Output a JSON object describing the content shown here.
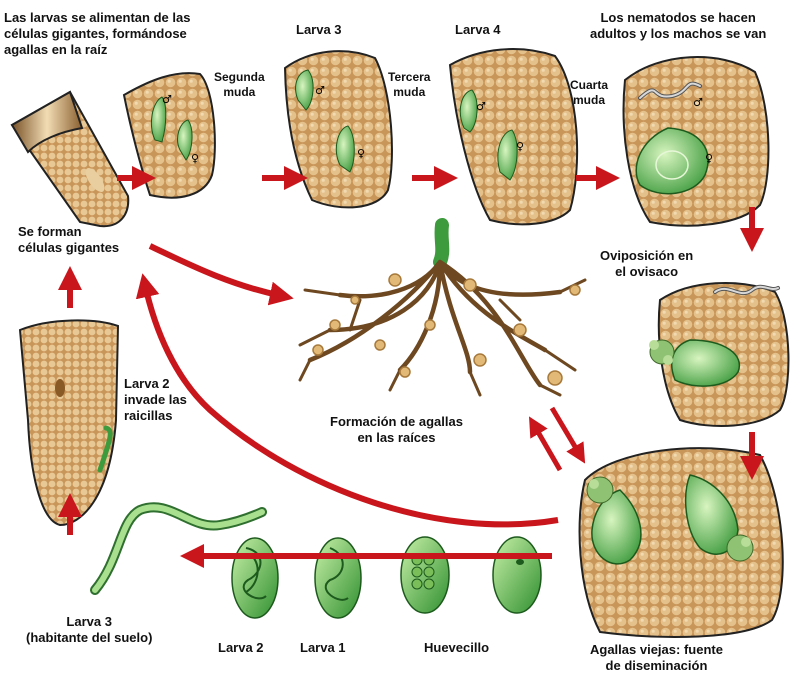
{
  "labels": {
    "feeding": "Las larvas se alimentan de las\ncélulas gigantes, formándose\nagallas en la raíz",
    "second_molt": "Segunda\nmuda",
    "larva3_top": "Larva 3",
    "third_molt": "Tercera\nmuda",
    "larva4": "Larva 4",
    "fourth_molt": "Cuarta\nmuda",
    "adults": "Los nematodos se hacen\nadultos y los machos se van",
    "giant_cells": "Se forman\ncélulas gigantes",
    "oviposition": "Oviposición en\nel ovisaco",
    "larva2_invades": "Larva 2\ninvade las\nraicillas",
    "galls_formation": "Formación de agallas\nen las raíces",
    "larva3_soil": "Larva 3\n(habitante del suelo)",
    "larva2": "Larva 2",
    "larva1": "Larva 1",
    "egg": "Huevecillo",
    "old_galls": "Agallas viejas: fuente\nde diseminación"
  },
  "sex_symbols": {
    "male": "♂",
    "female": "♀"
  },
  "colors": {
    "arrow": "#c8161c",
    "tissue": "#d7a868",
    "cell": "#e6c38c",
    "nematode": "#3d9a3d",
    "nematode_light": "#a8e08f",
    "egg_mass": "#8fc273",
    "root": "#e2b977"
  }
}
